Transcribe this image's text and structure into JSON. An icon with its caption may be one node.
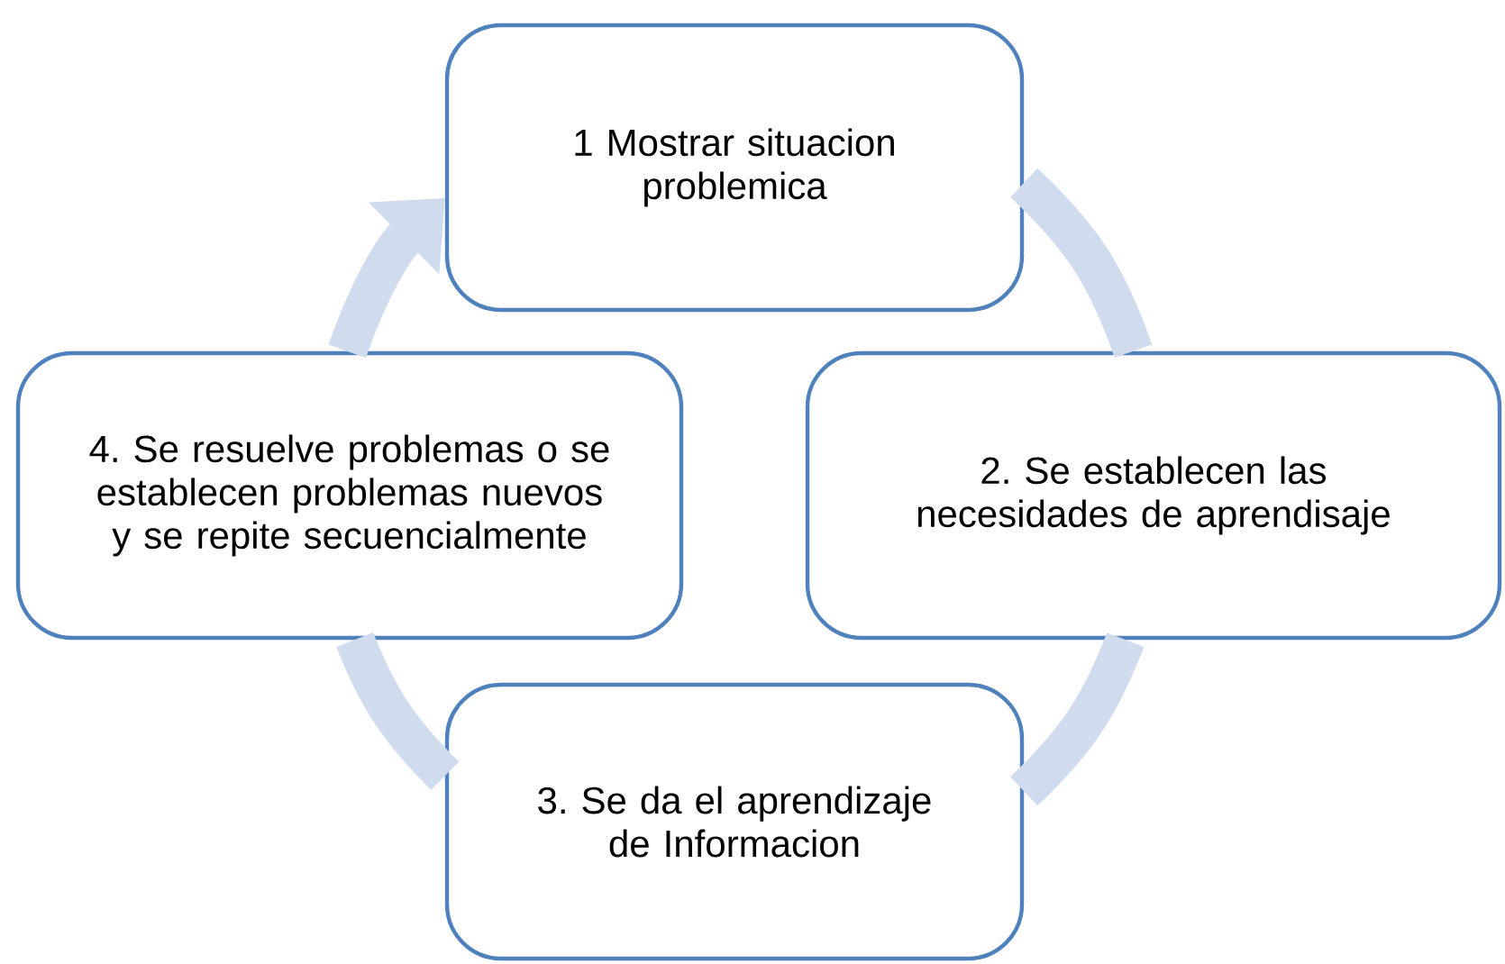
{
  "diagram": {
    "nodes": [
      {
        "text": [
          "1 Mostrar situacion problemica"
        ]
      },
      {
        "text": [
          "2. Se establecen las necesidades de aprendisaje"
        ]
      },
      {
        "text": [
          "3. Se da el aprendizaje de Informacion"
        ]
      },
      {
        "text": [
          "4. Se resuelve problemas o se establecen problemas nuevos y se repite secuencialmente"
        ]
      }
    ],
    "edges": [
      {
        "from": 0,
        "to": 1,
        "arrow": "none"
      },
      {
        "from": 1,
        "to": 2,
        "arrow": "none"
      },
      {
        "from": 2,
        "to": 3,
        "arrow": "none"
      },
      {
        "from": 3,
        "to": 0,
        "arrow": "to"
      }
    ]
  }
}
